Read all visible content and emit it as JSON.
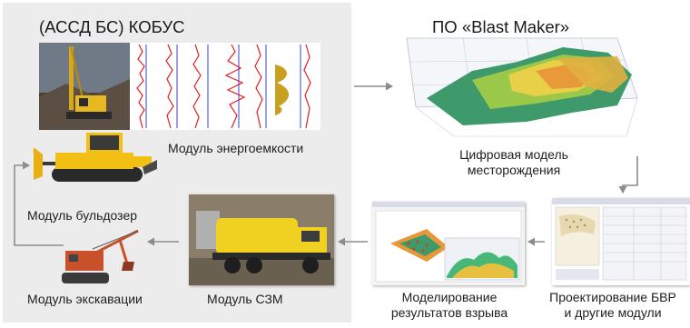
{
  "colors": {
    "panel_bg": "#ececec",
    "arrow": "#8c8c8c",
    "machine_yellow": "#f2c014",
    "excavator_orange": "#c8502a",
    "trace_red": "#e02020",
    "trace_blue": "#3048c8"
  },
  "left_panel": {
    "title": "(АССД БС) КОБУС",
    "energy_module": "Модуль энергоемкости",
    "bulldozer_module": "Модуль бульдозер",
    "excavation_module": "Модуль экскавации"
  },
  "right_flow": {
    "title": "ПО «Blast Maker»",
    "digital_model": [
      "Цифровая модель",
      "месторождения"
    ],
    "design_module": [
      "Проектирование БВР",
      "и другие модули"
    ],
    "blast_modeling": [
      "Моделирование",
      "результатов взрыва"
    ],
    "szm_module": "Модуль СЗМ"
  },
  "icons": [
    "drill-rig-photo",
    "log-traces-chart",
    "bulldozer-icon",
    "excavator-icon",
    "mixing-truck-photo",
    "blast-simulation-screenshot",
    "design-software-screenshot",
    "3d-terrain-model"
  ]
}
